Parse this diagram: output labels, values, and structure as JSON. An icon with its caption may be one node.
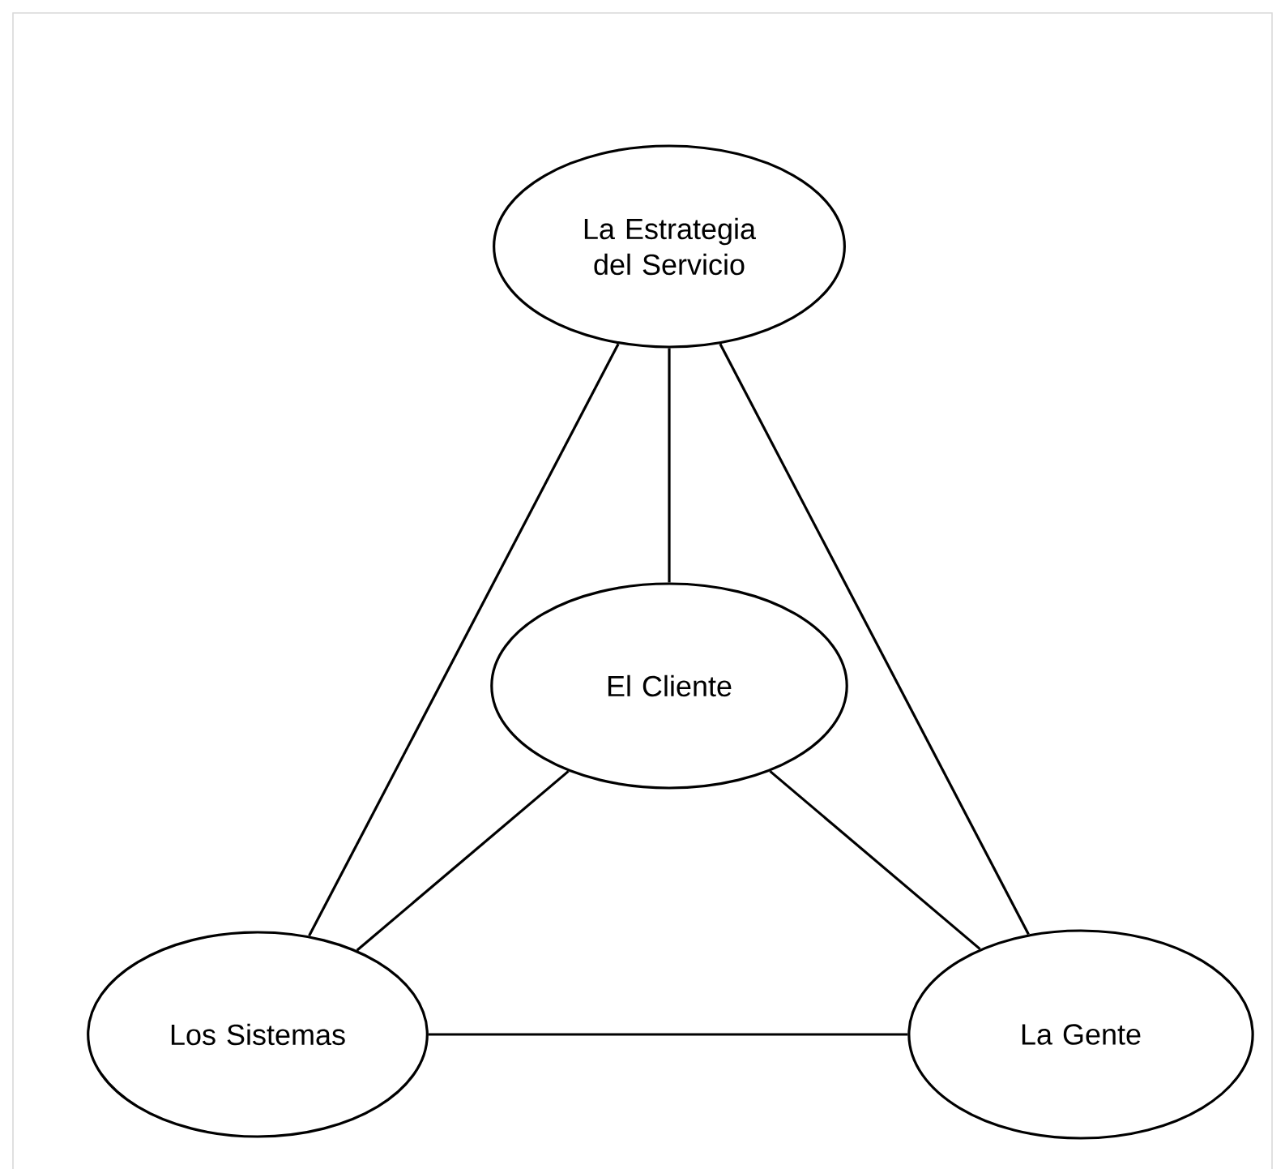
{
  "diagram": {
    "nodes": [
      {
        "text": [
          "La Estrategia del Servicio"
        ]
      },
      {
        "text": [
          "El Cliente"
        ]
      },
      {
        "text": [
          "Los Sistemas"
        ]
      },
      {
        "text": [
          "La Gente"
        ]
      }
    ],
    "edges": [
      {
        "from": 0,
        "to": 2,
        "arrow": "none"
      },
      {
        "from": 0,
        "to": 1,
        "arrow": "none"
      },
      {
        "from": 0,
        "to": 3,
        "arrow": "none"
      },
      {
        "from": 1,
        "to": 2,
        "arrow": "none"
      },
      {
        "from": 1,
        "to": 3,
        "arrow": "none"
      },
      {
        "from": 2,
        "to": 3,
        "arrow": "none"
      }
    ]
  }
}
